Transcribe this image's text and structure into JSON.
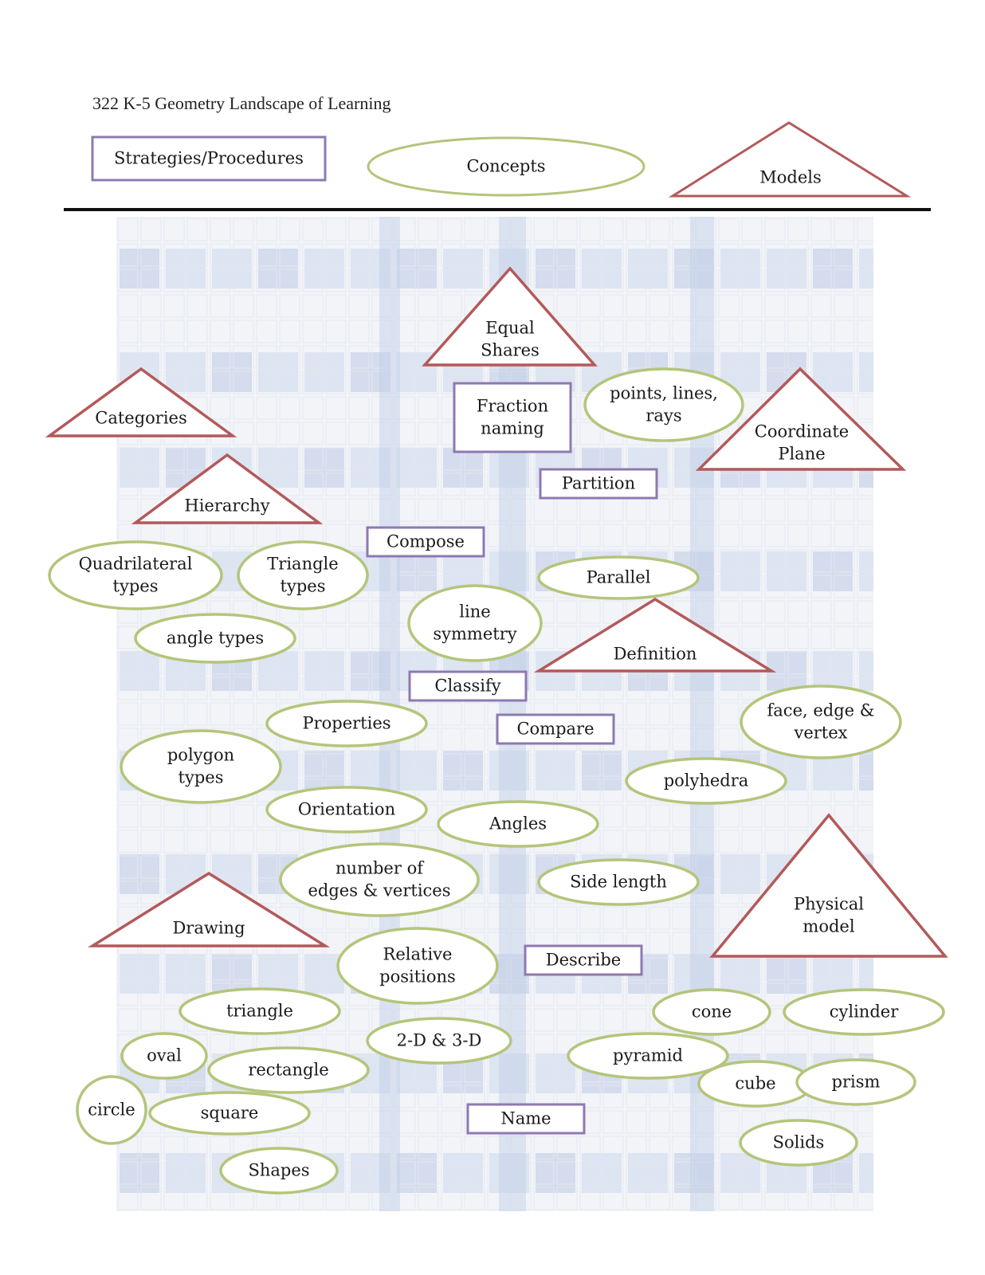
{
  "title": "322 K-5 Geometry Landscape of Learning",
  "colors": {
    "strategy_stroke": "#8e79b2",
    "concept_stroke": "#b4c57b",
    "model_stroke": "#b3595a",
    "node_fill": "#ffffff",
    "text": "#1a1a1a",
    "window_glass": "#c7d3ea",
    "window_frame": "#ffffff"
  },
  "legend": {
    "strategies_label": "Strategies/Procedures",
    "concepts_label": "Concepts",
    "models_label": "Models"
  },
  "nodes": [
    {
      "kind": "model",
      "lines": [
        "Equal",
        "Shares"
      ]
    },
    {
      "kind": "strategy",
      "lines": [
        "Fraction",
        "naming"
      ]
    },
    {
      "kind": "concept",
      "lines": [
        "points, lines,",
        "rays"
      ]
    },
    {
      "kind": "model",
      "lines": [
        "Categories"
      ]
    },
    {
      "kind": "model",
      "lines": [
        "Coordinate",
        "Plane"
      ]
    },
    {
      "kind": "strategy",
      "lines": [
        "Partition"
      ]
    },
    {
      "kind": "model",
      "lines": [
        "Hierarchy"
      ]
    },
    {
      "kind": "strategy",
      "lines": [
        "Compose"
      ]
    },
    {
      "kind": "concept",
      "lines": [
        "Quadrilateral",
        "types"
      ]
    },
    {
      "kind": "concept",
      "lines": [
        "Triangle",
        "types"
      ]
    },
    {
      "kind": "concept",
      "lines": [
        "Parallel"
      ]
    },
    {
      "kind": "concept",
      "lines": [
        "line",
        "symmetry"
      ]
    },
    {
      "kind": "concept",
      "lines": [
        "angle types"
      ]
    },
    {
      "kind": "model",
      "lines": [
        "Definition"
      ]
    },
    {
      "kind": "strategy",
      "lines": [
        "Classify"
      ]
    },
    {
      "kind": "concept",
      "lines": [
        "face, edge &",
        "vertex"
      ]
    },
    {
      "kind": "concept",
      "lines": [
        "Properties"
      ]
    },
    {
      "kind": "strategy",
      "lines": [
        "Compare"
      ]
    },
    {
      "kind": "concept",
      "lines": [
        "polygon",
        "types"
      ]
    },
    {
      "kind": "concept",
      "lines": [
        "polyhedra"
      ]
    },
    {
      "kind": "concept",
      "lines": [
        "Orientation"
      ]
    },
    {
      "kind": "concept",
      "lines": [
        "Angles"
      ]
    },
    {
      "kind": "model",
      "lines": [
        "Physical",
        "model"
      ]
    },
    {
      "kind": "concept",
      "lines": [
        "number of",
        "edges & vertices"
      ]
    },
    {
      "kind": "concept",
      "lines": [
        "Side length"
      ]
    },
    {
      "kind": "model",
      "lines": [
        "Drawing"
      ]
    },
    {
      "kind": "concept",
      "lines": [
        "Relative",
        "positions"
      ]
    },
    {
      "kind": "strategy",
      "lines": [
        "Describe"
      ]
    },
    {
      "kind": "concept",
      "lines": [
        "triangle"
      ]
    },
    {
      "kind": "concept",
      "lines": [
        "cone"
      ]
    },
    {
      "kind": "concept",
      "lines": [
        "cylinder"
      ]
    },
    {
      "kind": "concept",
      "lines": [
        "2-D & 3-D"
      ]
    },
    {
      "kind": "concept",
      "lines": [
        "oval"
      ]
    },
    {
      "kind": "concept",
      "lines": [
        "pyramid"
      ]
    },
    {
      "kind": "concept",
      "lines": [
        "rectangle"
      ]
    },
    {
      "kind": "concept",
      "lines": [
        "cube"
      ]
    },
    {
      "kind": "concept",
      "lines": [
        "prism"
      ]
    },
    {
      "kind": "concept",
      "lines": [
        "circle"
      ]
    },
    {
      "kind": "concept",
      "lines": [
        "square"
      ]
    },
    {
      "kind": "strategy",
      "lines": [
        "Name"
      ]
    },
    {
      "kind": "concept",
      "lines": [
        "Solids"
      ]
    },
    {
      "kind": "concept",
      "lines": [
        "Shapes"
      ]
    }
  ]
}
